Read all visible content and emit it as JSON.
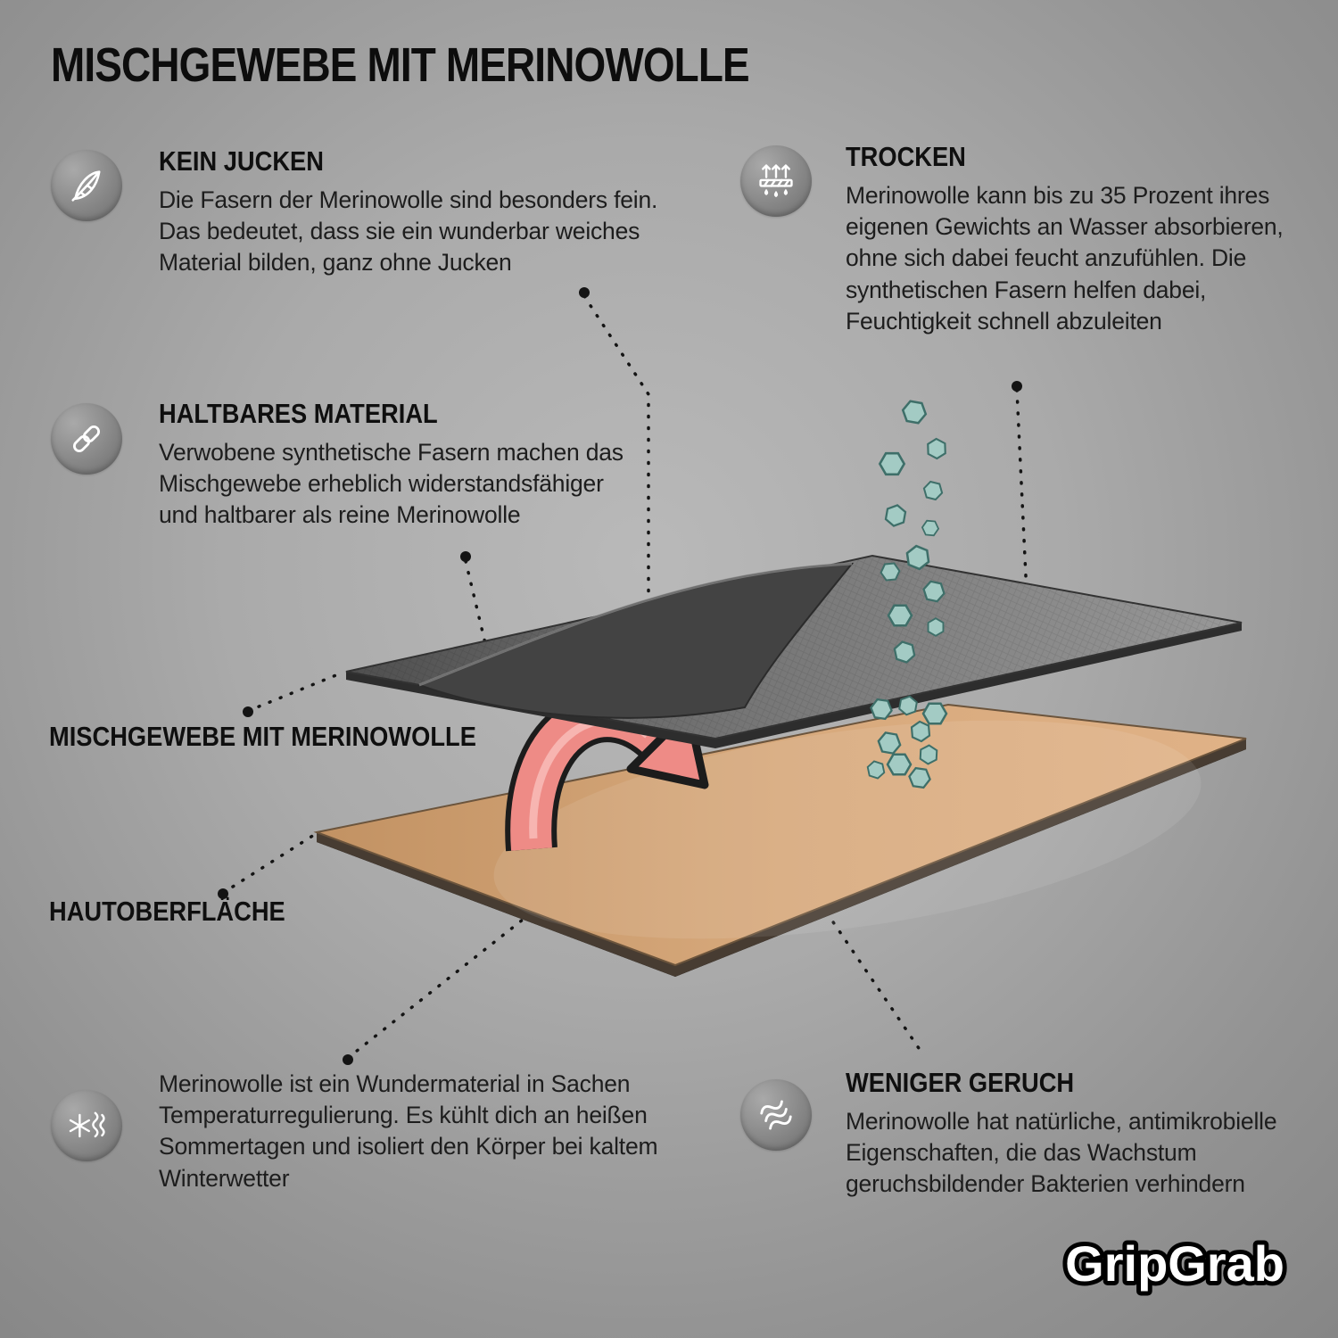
{
  "title": "MISCHGEWEBE MIT MERINOWOLLE",
  "brand": "GripGrab",
  "features": [
    {
      "icon": "feather-icon",
      "heading": "KEIN JUCKEN",
      "body": "Die Fasern der Merinowolle sind besonders fein. Das bedeutet, dass sie ein wunderbar weiches Material bilden, ganz ohne Jucken"
    },
    {
      "icon": "moisture-arrows-icon",
      "heading": "TROCKEN",
      "body": "Merinowolle kann bis zu 35 Prozent ihres eigenen Gewichts an Wasser absorbieren, ohne sich dabei feucht anzufühlen. Die synthetischen Fasern helfen dabei, Feuchtigkeit schnell abzuleiten"
    },
    {
      "icon": "chain-link-icon",
      "heading": "HALTBARES MATERIAL",
      "body": "Verwobene synthetische Fasern machen das Mischgewebe erheblich widerstandsfähiger und haltbarer als reine Merinowolle"
    },
    {
      "icon": "temperature-icon",
      "heading": "",
      "body": "Merinowolle ist ein Wundermaterial in Sachen Temperaturregulierung. Es kühlt dich an heißen Sommertagen und isoliert den Körper bei kaltem Winterwetter"
    },
    {
      "icon": "odor-waves-icon",
      "heading": "WENIGER GERUCH",
      "body": "Merinowolle hat natürliche, antimikrobielle Eigenschaften, die das Wachstum geruchsbildender Bakterien verhindern"
    }
  ],
  "diagram": {
    "fabric_label": "MISCHGEWEBE MIT MERINOWOLLE",
    "skin_label": "HAUTOBERFLÄCHE"
  },
  "colors": {
    "fabric": "#6f6f6f",
    "skin": "#d8a878",
    "arrow": "#ee8b86",
    "particle": "#a3cbc4"
  }
}
